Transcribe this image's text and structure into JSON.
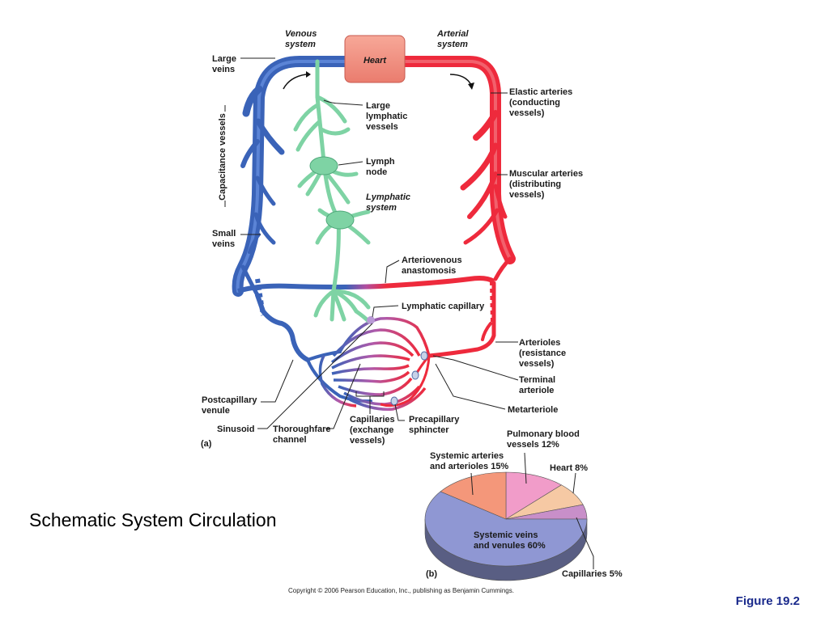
{
  "slide": {
    "title": "Schematic System Circulation",
    "figure_number": "Figure 19.2",
    "copyright": "Copyright © 2006 Pearson Education, Inc., publishing as Benjamin Cummings."
  },
  "panel_a": {
    "tag": "(a)",
    "heart": "Heart",
    "venous_system": [
      "Venous",
      "system"
    ],
    "arterial_system": [
      "Arterial",
      "system"
    ],
    "large_veins": [
      "Large",
      "veins"
    ],
    "capacitance_vessels": "Capacitance vessels",
    "small_veins": [
      "Small",
      "veins"
    ],
    "large_lymphatic_vessels": [
      "Large",
      "lymphatic",
      "vessels"
    ],
    "lymph_node": [
      "Lymph",
      "node"
    ],
    "lymphatic_system": [
      "Lymphatic",
      "system"
    ],
    "elastic_arteries": [
      "Elastic arteries",
      "(conducting",
      "vessels)"
    ],
    "muscular_arteries": [
      "Muscular arteries",
      "(distributing",
      "vessels)"
    ],
    "arteriovenous_anastomosis": [
      "Arteriovenous",
      "anastomosis"
    ],
    "lymphatic_capillary": "Lymphatic capillary",
    "arterioles": [
      "Arterioles",
      "(resistance",
      "vessels)"
    ],
    "terminal_arteriole": [
      "Terminal",
      "arteriole"
    ],
    "metarteriole": "Metarteriole",
    "postcapillary_venule": [
      "Postcapillary",
      "venule"
    ],
    "sinusoid": "Sinusoid",
    "thoroughfare_channel": [
      "Thoroughfare",
      "channel"
    ],
    "capillaries": [
      "Capillaries",
      "(exchange",
      "vessels)"
    ],
    "precapillary_sphincter": [
      "Precapillary",
      "sphincter"
    ]
  },
  "panel_b": {
    "tag": "(b)",
    "colors": {
      "systemic_veins": "#8f97d3",
      "systemic_arteries": "#f4977a",
      "pulmonary": "#f19cc9",
      "heart": "#f6c9a4",
      "capillaries": "#c88fc9"
    },
    "labels": {
      "pulmonary": [
        "Pulmonary blood",
        "vessels 12%"
      ],
      "systemic_arteries": [
        "Systemic arteries",
        "and arterioles 15%"
      ],
      "heart": "Heart 8%",
      "systemic_veins": [
        "Systemic veins",
        "and venules 60%"
      ],
      "capillaries": "Capillaries 5%"
    }
  },
  "chart_data": {
    "type": "pie",
    "title": "",
    "categories": [
      "Systemic veins and venules",
      "Systemic arteries and arterioles",
      "Pulmonary blood vessels",
      "Heart",
      "Capillaries"
    ],
    "values": [
      60,
      15,
      12,
      8,
      5
    ],
    "unit": "%"
  }
}
